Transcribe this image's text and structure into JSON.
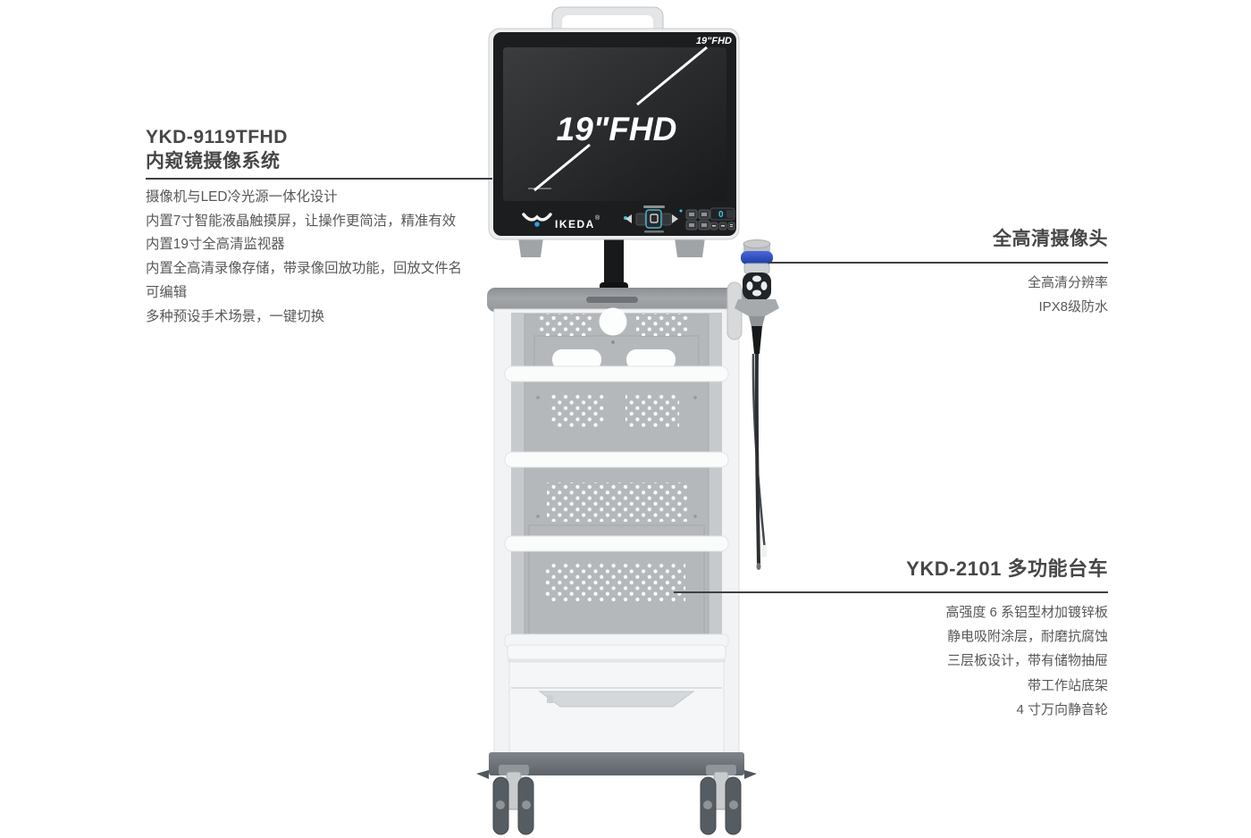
{
  "left_panel": {
    "title_line1": "YKD-9119TFHD",
    "title_line2": "内窥镜摄像系统",
    "features": [
      "摄像机与LED冷光源一体化设计",
      "内置7寸智能液晶触摸屏，让操作更简洁，精准有效",
      "内置19寸全高清监视器",
      "内置全高清录像存储，带录像回放功能，回放文件名可编辑",
      "多种预设手术场景，一键切换"
    ]
  },
  "camera_callout": {
    "title": "全高清摄像头",
    "features": [
      "全高清分辨率",
      "IPX8级防水"
    ]
  },
  "cart_callout": {
    "title": "YKD-2101 多功能台车",
    "features": [
      "高强度 6 系铝型材加镀锌板",
      "静电吸附涂层，耐磨抗腐蚀",
      "三层板设计，带有储物抽屉",
      "带工作站底架",
      "4 寸万向静音轮"
    ]
  },
  "monitor": {
    "screen_label": "19\"FHD",
    "corner_label": "19\"FHD",
    "brand_text": "IKEDA",
    "brand_reg": "®",
    "panel_zero": "0"
  },
  "accents": {
    "callout_line": "#3e4042",
    "camera_blue_ring": "#2c4fc0",
    "panel_cyan": "#3fc6dd",
    "logo_blue": "#2f9fe0"
  }
}
